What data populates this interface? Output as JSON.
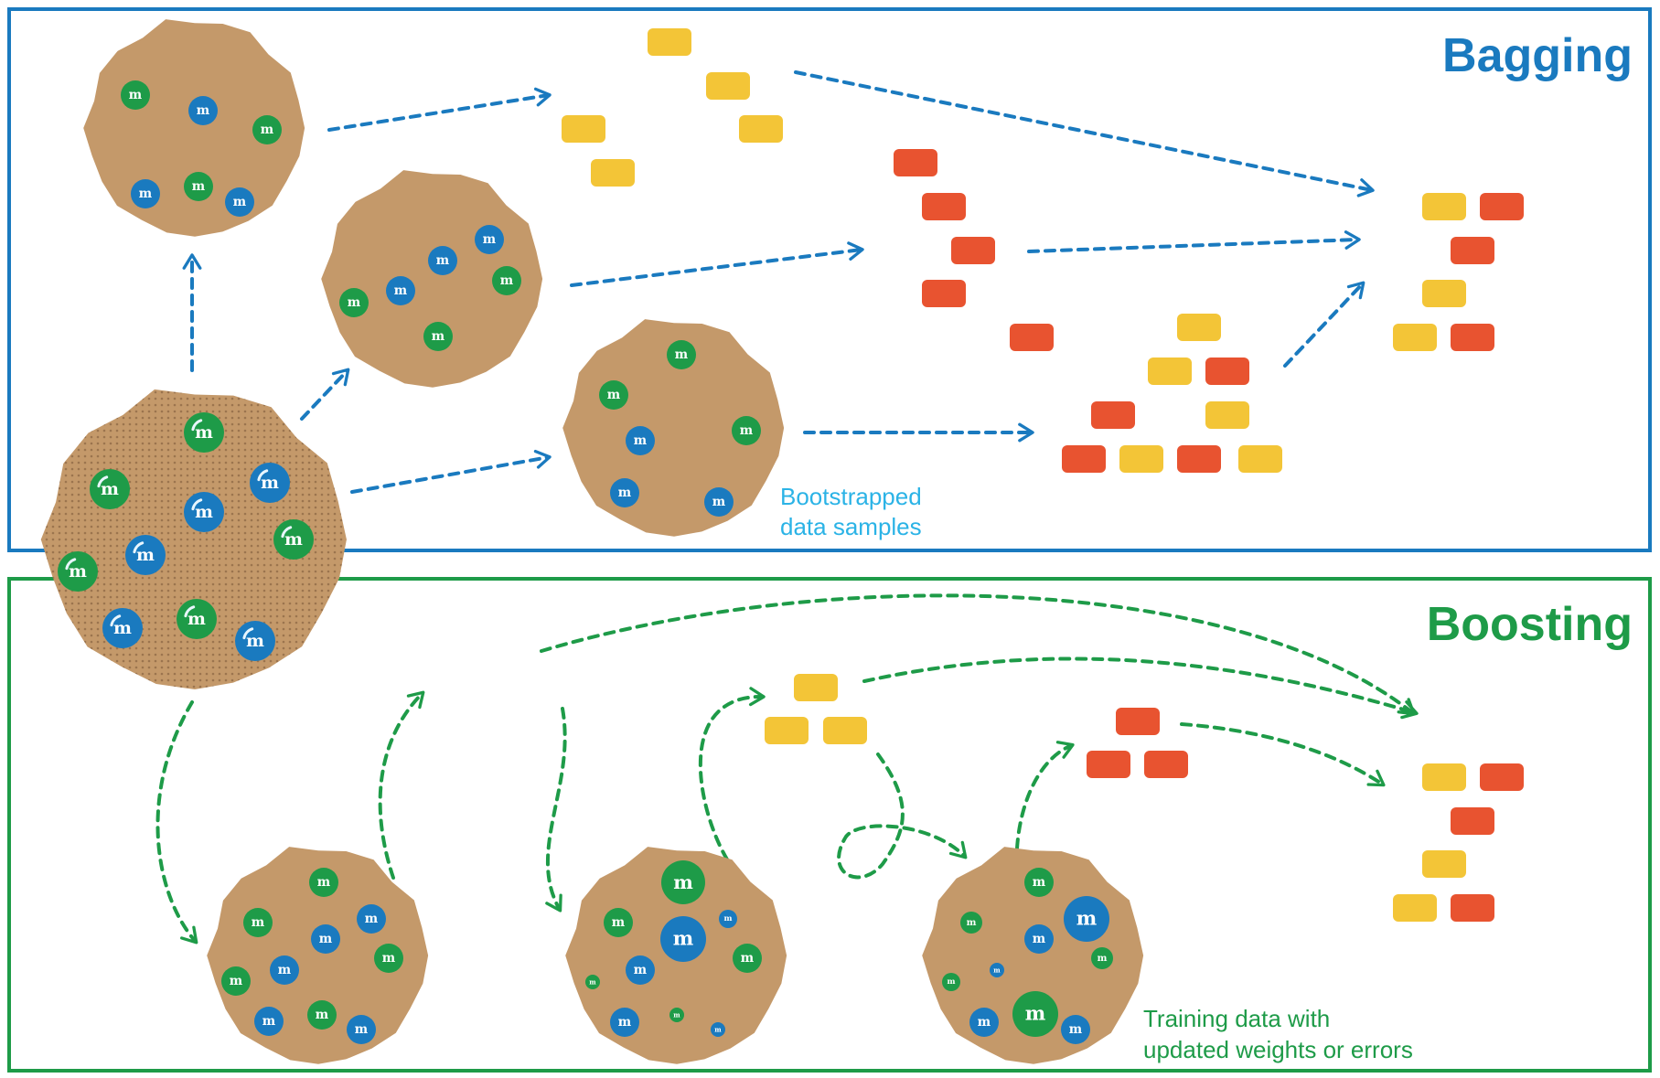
{
  "bagging": {
    "title": "Bagging",
    "caption_lines": [
      "Bootstrapped",
      "data samples"
    ]
  },
  "boosting": {
    "title": "Boosting",
    "caption_lines": [
      "Training data with",
      "updated weights or errors"
    ]
  },
  "candy_letter": "m",
  "colors": {
    "bagging_frame": "#1a7abf",
    "boosting_frame": "#1e9b48",
    "bagging_caption": "#2bb3e6",
    "boosting_caption": "#1e9b48",
    "cookie": "#c4996a",
    "candy_green": "#1e9b48",
    "candy_blue": "#1a7abf",
    "block_yellow": "#f3c537",
    "block_red": "#e85330"
  },
  "icons": [
    "cookie-icon",
    "candy-icon",
    "dashed-arrow-icon",
    "prediction-block-icon"
  ]
}
